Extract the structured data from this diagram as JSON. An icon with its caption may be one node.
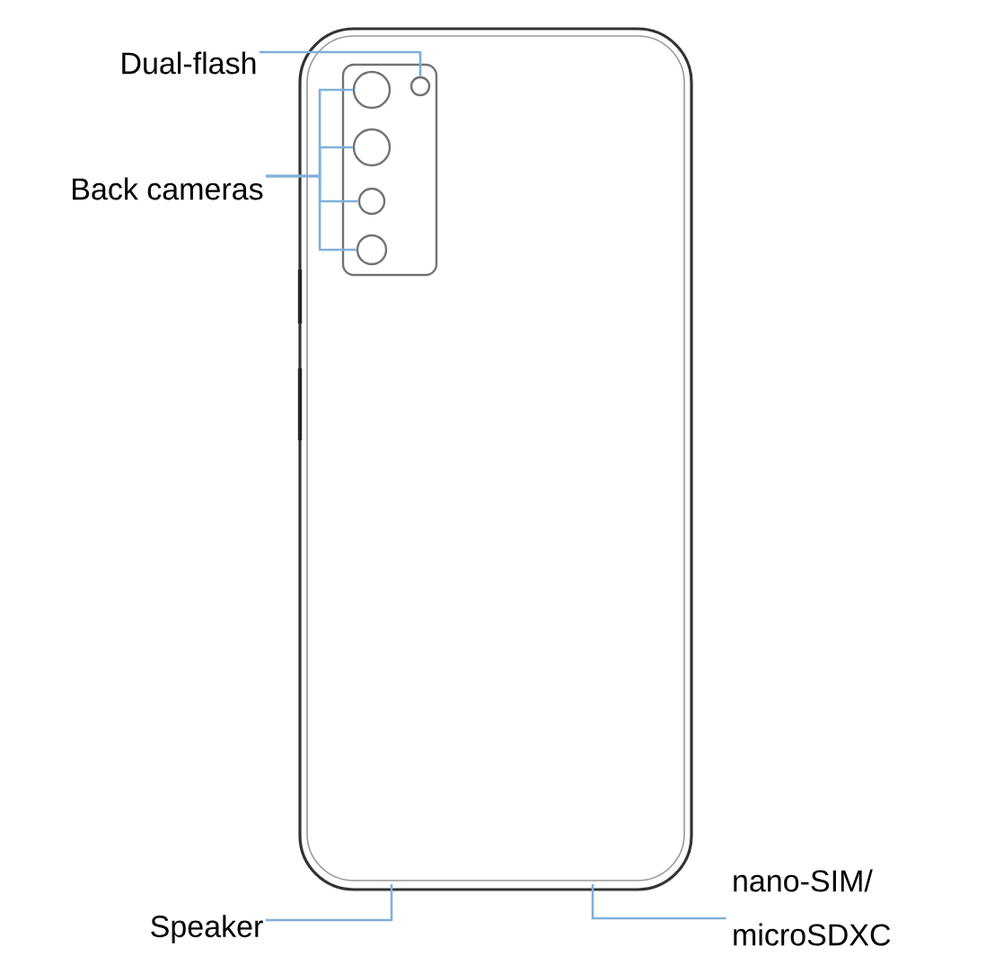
{
  "diagram": {
    "nodes": [
      {
        "text": [
          "Dual-flash"
        ]
      },
      {
        "text": [],
        "shape": "circle"
      },
      {
        "text": [
          "Back cameras"
        ]
      },
      {
        "text": [],
        "shape": "circle"
      },
      {
        "text": [],
        "shape": "circle"
      },
      {
        "text": [],
        "shape": "circle"
      },
      {
        "text": [],
        "shape": "circle"
      },
      {
        "text": [
          "Speaker"
        ]
      },
      {
        "text": [
          "nano-SIM/ microSDXC"
        ]
      }
    ],
    "edges": [
      {
        "from": 0,
        "to": 1,
        "arrow": "none"
      },
      {
        "from": 2,
        "to": 3,
        "arrow": "none"
      },
      {
        "from": 2,
        "to": 4,
        "arrow": "none"
      },
      {
        "from": 2,
        "to": 5,
        "arrow": "none"
      },
      {
        "from": 2,
        "to": 6,
        "arrow": "none"
      },
      {
        "from": 7,
        "to": null,
        "arrow": "none"
      },
      {
        "from": 8,
        "to": null,
        "arrow": "none"
      }
    ]
  }
}
